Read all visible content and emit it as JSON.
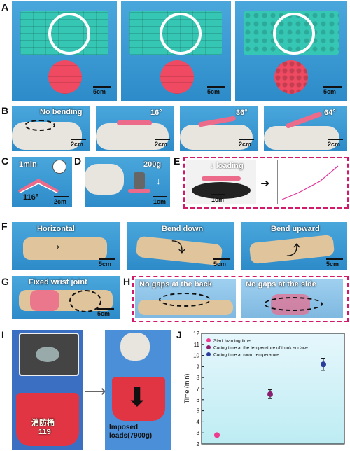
{
  "panels": {
    "A": {
      "letter": "A",
      "scales": [
        "5cm",
        "5cm",
        "5cm"
      ]
    },
    "B": {
      "letter": "B",
      "angles": [
        "No bending",
        "16°",
        "36°",
        "64°"
      ],
      "scales": [
        "2cm",
        "2cm",
        "2cm",
        "2cm"
      ]
    },
    "C": {
      "letter": "C",
      "time": "1min",
      "angle": "116°",
      "scale": "2cm"
    },
    "D": {
      "letter": "D",
      "load": "200g",
      "scale": "1cm"
    },
    "E": {
      "letter": "E",
      "label": "loading",
      "scale": "1cm"
    },
    "F": {
      "letter": "F",
      "labels": [
        "Horizontal",
        "Bend down",
        "Bend upward"
      ],
      "scales": [
        "5cm",
        "5cm",
        "5cm"
      ]
    },
    "G": {
      "letter": "G",
      "label": "Fixed wrist joint",
      "scale": "5cm"
    },
    "H": {
      "letter": "H",
      "labels": [
        "No gaps at the back",
        "No gaps at the side"
      ]
    },
    "I": {
      "letter": "I",
      "bucket_text": "消防桶",
      "bucket_number": "119",
      "load_label": "Imposed loads(7900g)"
    },
    "J": {
      "letter": "J"
    }
  },
  "chart_data": {
    "type": "scatter",
    "title": "",
    "xlabel": "",
    "ylabel": "Time (min)",
    "ylim": [
      2,
      12
    ],
    "yticks": [
      "2",
      "3",
      "4",
      "5",
      "6",
      "7",
      "8",
      "9",
      "10",
      "11",
      "12"
    ],
    "legend_position": "top-left",
    "grid": false,
    "series": [
      {
        "name": "Start foaming time",
        "color": "#ee3b8f",
        "x": 1,
        "y": 2.8,
        "err": 0.08
      },
      {
        "name": "Curing time at the temperature of  trunk surface",
        "color": "#8a1e6e",
        "x": 2,
        "y": 6.5,
        "err": 0.4
      },
      {
        "name": "Curing time at room temperature",
        "color": "#2a3c9c",
        "x": 3,
        "y": 9.2,
        "err": 0.55
      }
    ]
  }
}
